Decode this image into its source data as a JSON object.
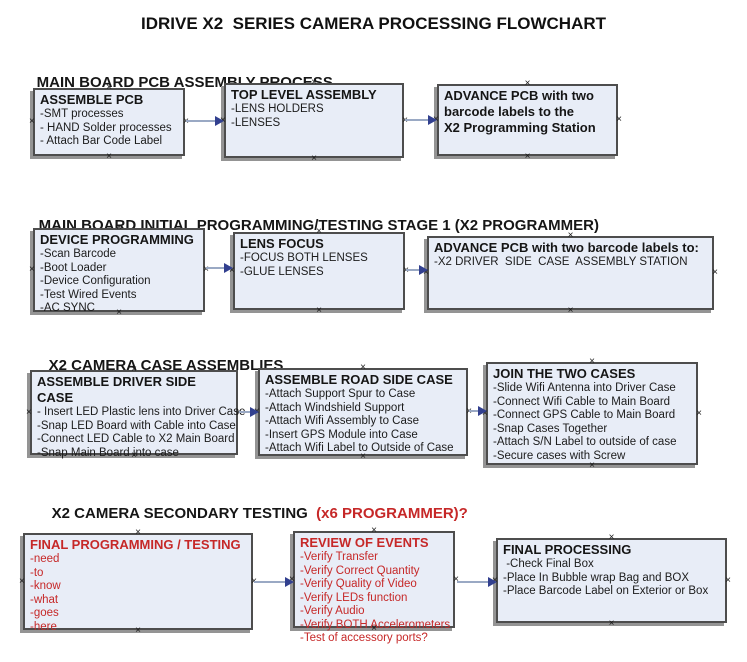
{
  "title": "IDRIVE X2  SERIES CAMERA PROCESSING FLOWCHART",
  "icons": {
    "connection_marker": "×"
  },
  "colors": {
    "box_fill": "#e8edf7",
    "box_border": "#4d4d4d",
    "box_shadow": "#949494",
    "red_text": "#c62828",
    "arrow_line": "#9aa9c4",
    "arrow_head": "#32408f"
  },
  "sections": [
    {
      "heading": "MAIN BOARD PCB ASSEMBLY PROCESS",
      "heading_red": "",
      "boxes": [
        {
          "title": "ASSEMBLE PCB",
          "lines": [
            "-SMT processes",
            "- HAND Solder processes",
            "- Attach Bar Code Label"
          ]
        },
        {
          "title": "TOP LEVEL ASSEMBLY",
          "lines": [
            "-LENS HOLDERS",
            "-LENSES"
          ]
        },
        {
          "title": "ADVANCE PCB with two\nbarcode labels to the\n X2 Programming Station",
          "lines": []
        }
      ]
    },
    {
      "heading": "MAIN BOARD INITIAL PROGRAMMING/TESTING STAGE 1 (X2 PROGRAMMER)",
      "heading_red": "",
      "boxes": [
        {
          "title": "DEVICE PROGRAMMING",
          "lines": [
            "-Scan Barcode",
            "-Boot Loader",
            "-Device Configuration",
            "-Test Wired Events",
            "-AC SYNC"
          ]
        },
        {
          "title": "LENS FOCUS",
          "lines": [
            "-FOCUS BOTH LENSES",
            "-GLUE LENSES"
          ]
        },
        {
          "title": "ADVANCE PCB with two barcode labels to:",
          "lines": [
            "-X2 DRIVER  SIDE  CASE  ASSEMBLY STATION"
          ]
        }
      ]
    },
    {
      "heading": "X2 CAMERA CASE ASSEMBLIES",
      "heading_red": "",
      "boxes": [
        {
          "title": "ASSEMBLE DRIVER SIDE CASE",
          "lines": [
            "- Insert LED Plastic lens into Driver Case",
            "-Snap LED Board with Cable into Case",
            "-Connect LED Cable to X2 Main Board",
            "-Snap Main Board into case"
          ]
        },
        {
          "title": "ASSEMBLE ROAD SIDE CASE",
          "lines": [
            "-Attach Support Spur to Case",
            "-Attach Windshield Support",
            "-Attach Wifi Assembly to Case",
            "-Insert GPS Module into Case",
            "-Attach Wifi Label to Outside of Case"
          ]
        },
        {
          "title": "JOIN THE TWO CASES",
          "lines": [
            "-Slide Wifi Antenna into Driver Case",
            "-Connect Wifi Cable to Main Board",
            "-Connect GPS Cable to Main Board",
            "-Snap Cases Together",
            "-Attach S/N Label to outside of case",
            "-Secure cases with Screw"
          ]
        }
      ]
    },
    {
      "heading": "X2 CAMERA SECONDARY TESTING ",
      "heading_red": " (x6 PROGRAMMER)?",
      "boxes": [
        {
          "title": "FINAL PROGRAMMING / TESTING",
          "lines": [
            "-need",
            "-to",
            "-know",
            "-what",
            "-goes",
            "-here"
          ]
        },
        {
          "title": "REVIEW OF EVENTS",
          "lines": [
            "-Verify Transfer",
            "-Verify Correct Quantity",
            "-Verify Quality of Video",
            "-Verify LEDs function",
            "-Verify Audio",
            "-Verify BOTH Accelerometers",
            "-Test of accessory ports?"
          ]
        },
        {
          "title": "FINAL PROCESSING",
          "lines": [
            " -Check Final Box",
            "-Place In Bubble wrap Bag and BOX",
            "-Place Barcode Label on Exterior or Box"
          ]
        }
      ]
    }
  ]
}
